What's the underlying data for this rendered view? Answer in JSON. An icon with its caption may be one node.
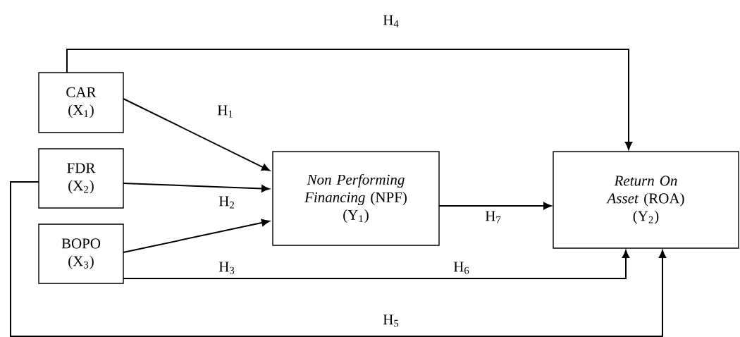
{
  "diagram": {
    "nodes": [
      {
        "text": [
          "CAR",
          "(X$_{1}$)"
        ]
      },
      {
        "text": [
          "FDR",
          "(X$_{2}$)"
        ]
      },
      {
        "text": [
          "BOPO",
          "(X$_{3}$)"
        ]
      },
      {
        "text": [
          "*Non Performing Financing* (NPF)",
          "(Y$_{1}$)"
        ]
      },
      {
        "text": [
          "*Return On Asset* (ROA)",
          "(Y$_{2}$)"
        ]
      }
    ],
    "edges": [
      {
        "from": 0,
        "to": 3,
        "arrow": "to",
        "label": "H$_{1}$"
      },
      {
        "from": 1,
        "to": 3,
        "arrow": "to",
        "label": "H$_{2}$"
      },
      {
        "from": 2,
        "to": 3,
        "arrow": "to"
      },
      {
        "from": 0,
        "to": 4,
        "arrow": "to",
        "label": "H$_{4}$"
      },
      {
        "from": 1,
        "to": 4,
        "arrow": "to",
        "label": "H$_{5}$"
      },
      {
        "from": 2,
        "to": 4,
        "arrow": "to",
        "label": "H$_{6}$"
      },
      {
        "from": 3,
        "to": 4,
        "arrow": "to",
        "label": "H$_{7}$"
      }
    ],
    "labels": [
      "H$_{3}$"
    ]
  }
}
